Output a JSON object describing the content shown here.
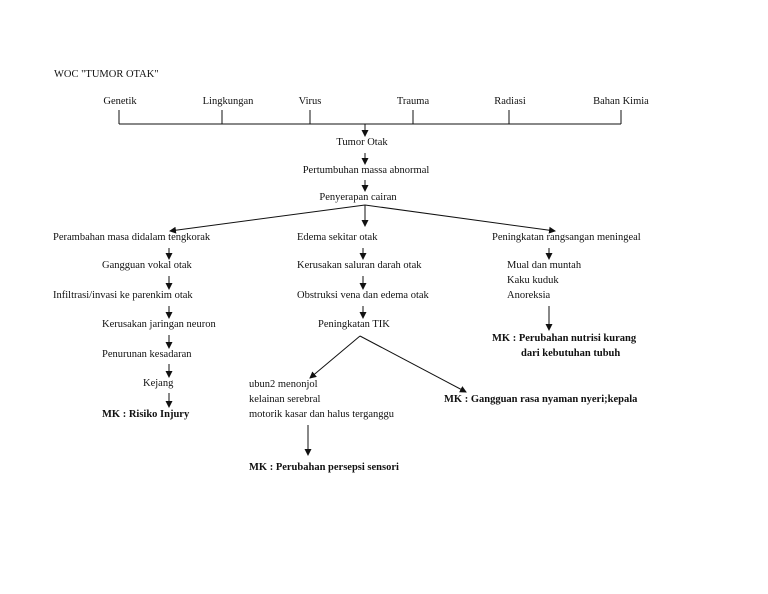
{
  "title": "WOC \"TUMOR OTAK\"",
  "causes": [
    "Genetik",
    "Lingkungan",
    "Virus",
    "Trauma",
    "Radiasi",
    "Bahan Kimia"
  ],
  "center": {
    "tumor": "Tumor Otak",
    "growth": "Pertumbuhan massa abnormal",
    "fluid": "Penyerapan cairan"
  },
  "left": {
    "mass": "Perambahan masa didalam tengkorak",
    "focal": "Gangguan vokal otak",
    "infiltration": "Infiltrasi/invasi ke parenkim otak",
    "neuron": "Kerusakan jaringan neuron",
    "consciousness": "Penurunan kesadaran",
    "seizure": "Kejang",
    "mk": "MK : Risiko Injury"
  },
  "middle": {
    "edema": "Edema sekitar otak",
    "vessel": "Kerusakan saluran darah otak",
    "obstruction": "Obstruksi vena dan edema otak",
    "tik": "Peningkatan TIK",
    "sign1": "ubun2 menonjol",
    "sign2": "kelainan serebral",
    "sign3": "motorik kasar dan halus terganggu",
    "mk_sensory": "MK : Perubahan persepsi sensori",
    "mk_pain": "MK : Gangguan rasa nyaman nyeri;kepala"
  },
  "right": {
    "meningeal": "Peningkatan rangsangan meningeal",
    "nausea": "Mual dan muntah",
    "stiff": "Kaku kuduk",
    "anorexia": "Anoreksia",
    "mk_line1": "MK : Perubahan nutrisi kurang",
    "mk_line2": "dari kebutuhan tubuh"
  }
}
